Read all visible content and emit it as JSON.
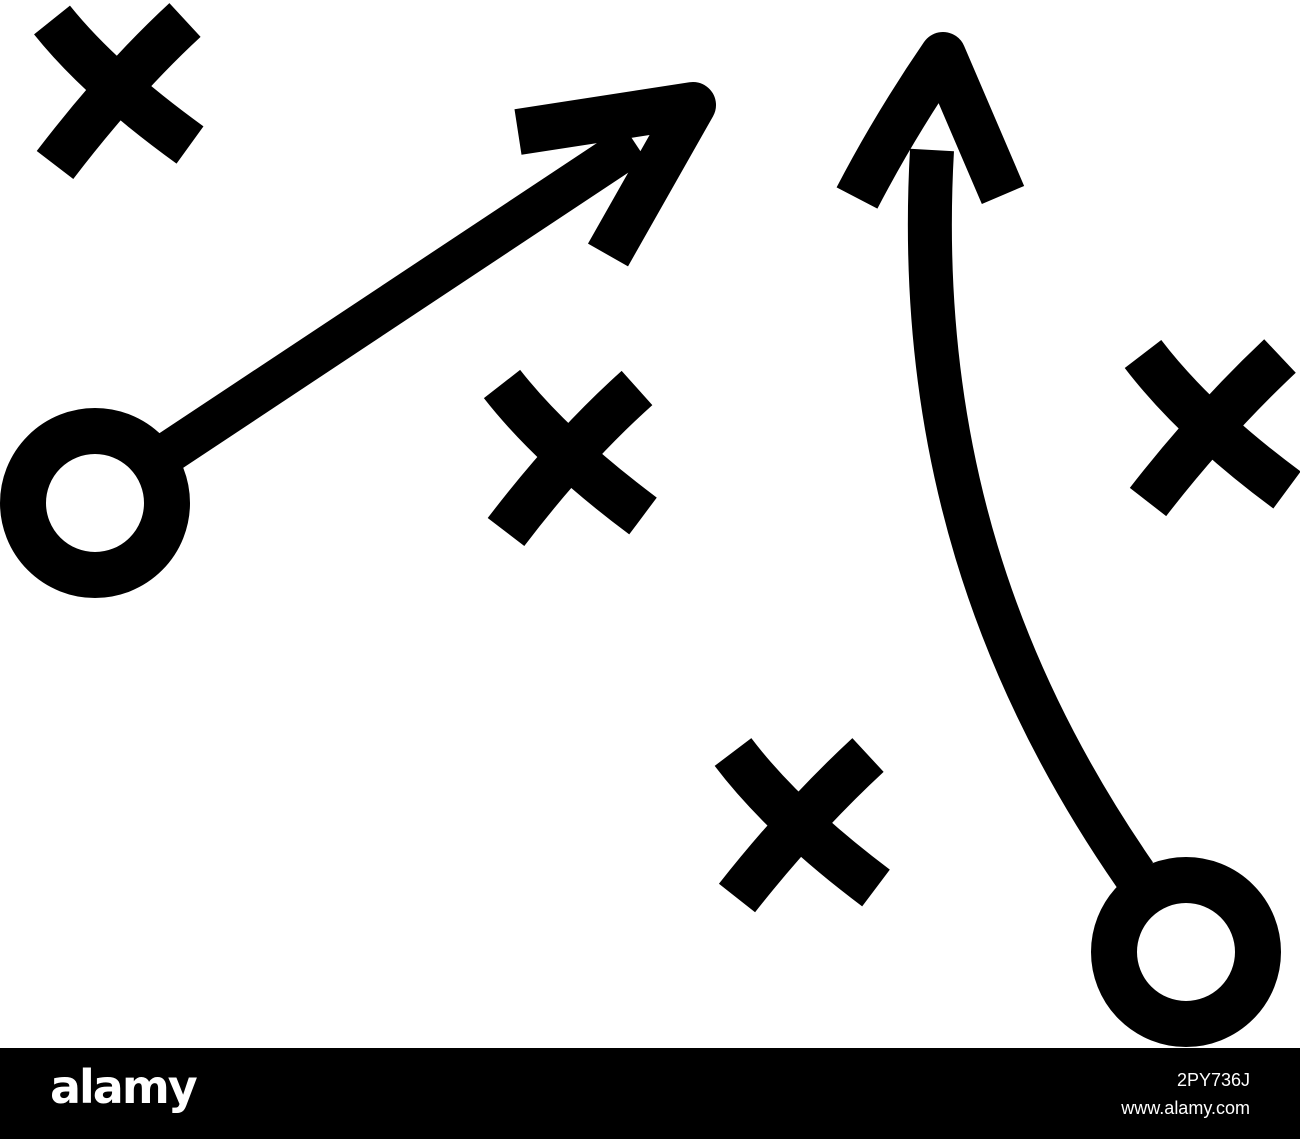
{
  "illustration": {
    "subject": "football-play-diagram-icon",
    "stroke_color": "#000000",
    "background_color": "#ffffff",
    "defense_markers": [
      "x-mark",
      "x-mark",
      "x-mark",
      "x-mark"
    ],
    "offense_markers": [
      "o-mark",
      "o-mark"
    ],
    "routes": [
      "straight-arrow-route",
      "curved-arrow-route"
    ]
  },
  "footer": {
    "logo_text": "alamy",
    "image_id": "2PY736J",
    "site": "www.alamy.com",
    "background_color": "#000000",
    "text_color": "#ffffff"
  }
}
